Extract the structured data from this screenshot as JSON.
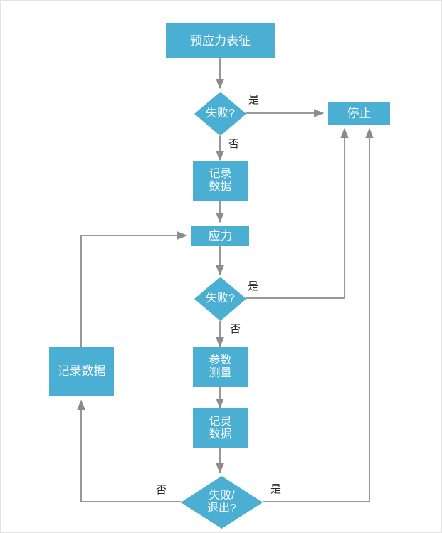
{
  "diagram": {
    "type": "flowchart",
    "title_node": "预应力表征",
    "colors": {
      "node_fill": "#4BAFD4",
      "node_text": "#ffffff",
      "edge_stroke": "#8c8c8c",
      "canvas_background": "#ffffff",
      "canvas_border": "#e3e3e3",
      "label_text": "#2b2b2b"
    },
    "nodes": [
      {
        "id": "prestress",
        "shape": "process",
        "label": "预应力表征"
      },
      {
        "id": "fail1",
        "shape": "decision",
        "label": "失败?"
      },
      {
        "id": "stop",
        "shape": "process",
        "label": "停止"
      },
      {
        "id": "record1",
        "shape": "process",
        "label": "记录\n数据"
      },
      {
        "id": "stress",
        "shape": "process",
        "label": "应力"
      },
      {
        "id": "fail2",
        "shape": "decision",
        "label": "失败?"
      },
      {
        "id": "measure",
        "shape": "process",
        "label": "参数\n测量"
      },
      {
        "id": "record2",
        "shape": "process",
        "label": "记灵\n数据"
      },
      {
        "id": "failexit",
        "shape": "decision",
        "label": "失败/\n退出?"
      },
      {
        "id": "record3",
        "shape": "process",
        "label": "记录数据"
      }
    ],
    "edge_labels": {
      "fail1_yes": "是",
      "fail1_no": "否",
      "fail2_yes": "是",
      "fail2_no": "否",
      "failexit_yes": "是",
      "failexit_no": "否"
    }
  }
}
